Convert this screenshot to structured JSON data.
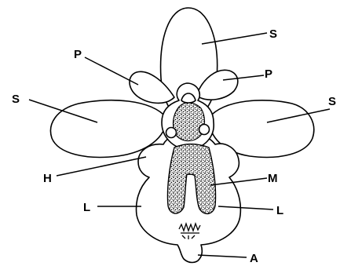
{
  "labels": {
    "sepal_top": "S",
    "sepal_left": "S",
    "sepal_right": "S",
    "petal_left": "P",
    "petal_right": "P",
    "horn": "H",
    "mirror": "M",
    "lobe_left": "L",
    "lobe_right": "L",
    "appendage": "A"
  },
  "colors": {
    "ink": "#000000",
    "paper": "#ffffff"
  }
}
